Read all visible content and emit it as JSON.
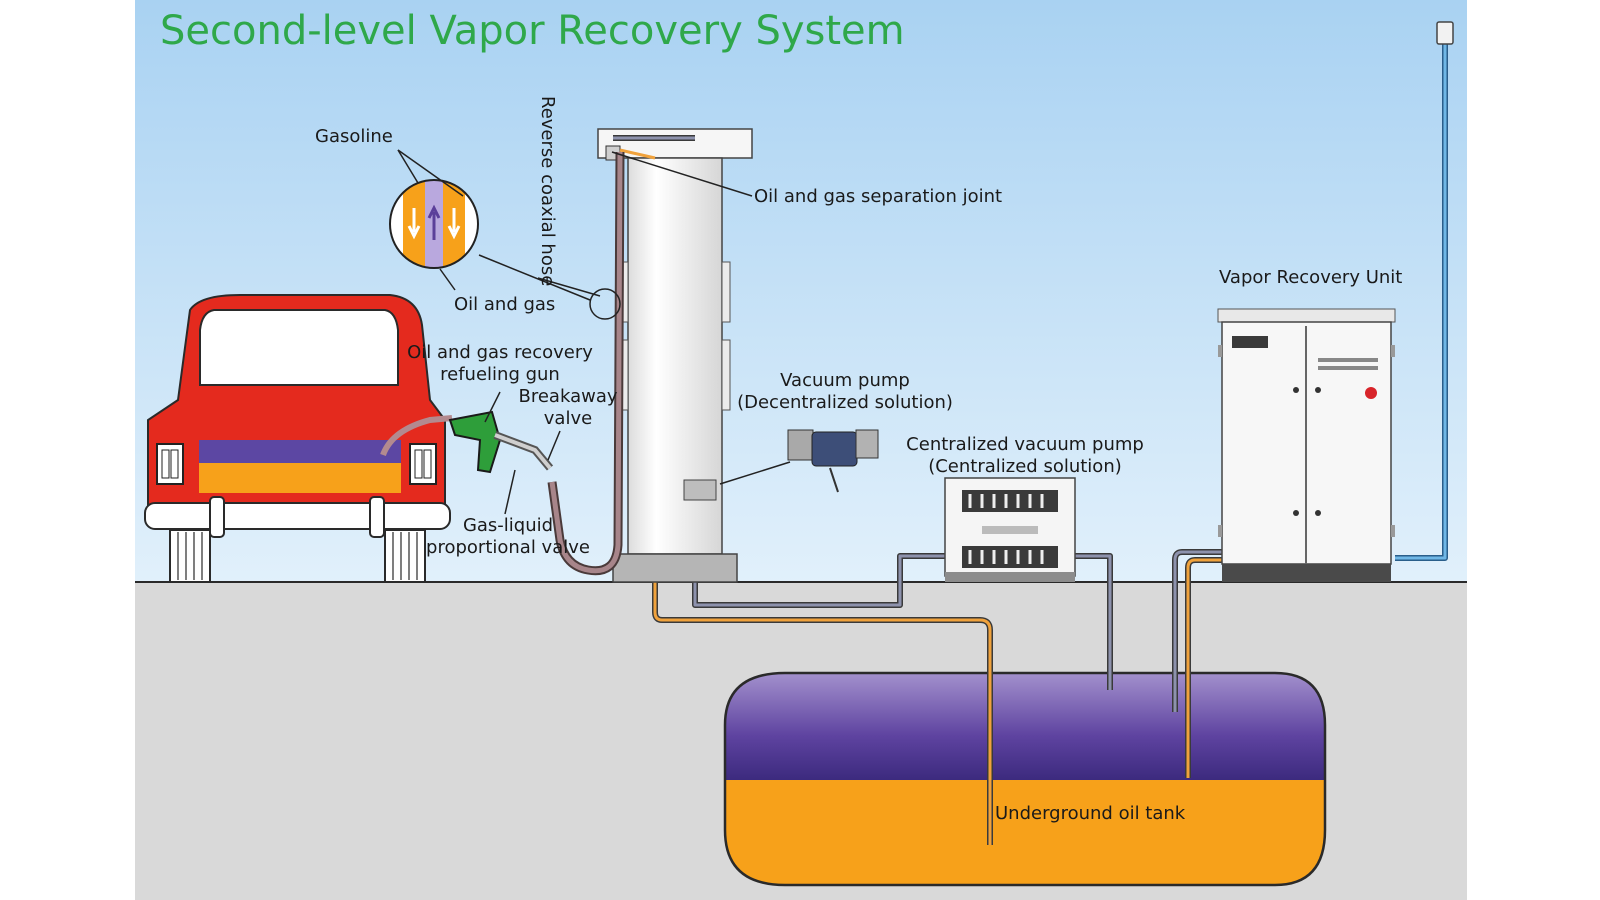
{
  "title": "Second-level Vapor Recovery System",
  "labels": {
    "gasoline": "Gasoline",
    "oil_and_gas": "Oil and gas",
    "reverse_coaxial_hose": "Reverse coaxial hose",
    "separation_joint": "Oil and gas separation joint",
    "recovery_gun_line1": "Oil and gas recovery",
    "recovery_gun_line2": "refueling gun",
    "breakaway_line1": "Breakaway",
    "breakaway_line2": "valve",
    "gas_liquid_line1": "Gas-liquid",
    "gas_liquid_line2": "proportional valve",
    "vacuum_pump_line1": "Vacuum pump",
    "vacuum_pump_line2": "(Decentralized solution)",
    "central_pump_line1": "Centralized vacuum pump",
    "central_pump_line2": "(Centralized solution)",
    "vapor_recovery_unit": "Vapor Recovery Unit",
    "underground_tank": "Underground oil tank"
  },
  "colors": {
    "title": "#2fa84a",
    "sky_top": "#a9d2f2",
    "sky_bottom": "#ddeefa",
    "ground": "#d9d9d9",
    "car_body": "#e52a20",
    "vapor": "#5b3f9a",
    "gasoline": "#f7a11a",
    "nozzle": "#2e9e3a",
    "oil_line": "#e8962a",
    "gas_line": "#6a6f8e",
    "vent_line": "#3b8fd0"
  }
}
